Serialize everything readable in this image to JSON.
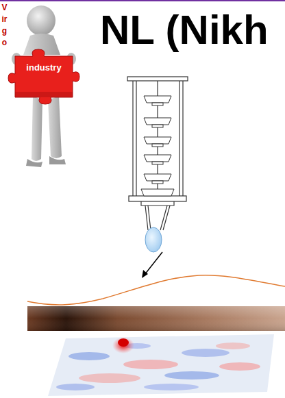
{
  "diagram": {
    "title": "NL (Nikh",
    "nodes": [
      {
        "text": [
          "industry"
        ]
      }
    ],
    "labels": [
      "Virgo"
    ]
  }
}
